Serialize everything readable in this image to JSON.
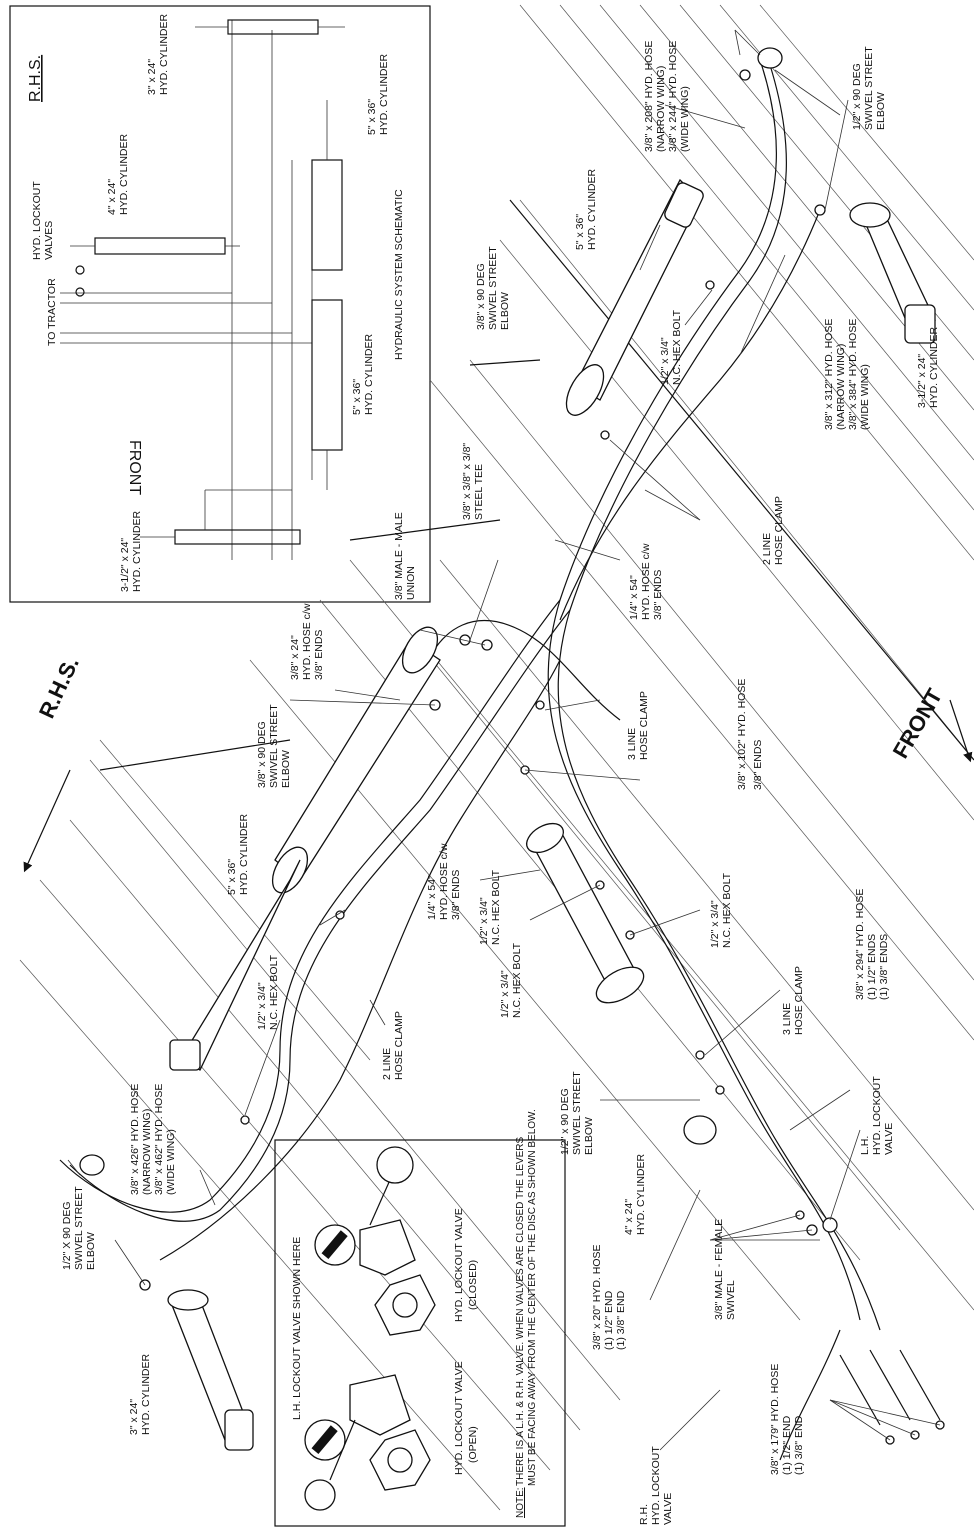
{
  "schematic": {
    "title": "HYDRAULIC SYSTEM SCHEMATIC",
    "rhs": "R.H.S.",
    "front": "FRONT",
    "to_tractor": "TO TRACTOR",
    "lockout": [
      "HYD. LOCKOUT",
      "VALVES"
    ],
    "cyl_3x24": [
      "3\" x 24\"",
      "HYD. CYLINDER"
    ],
    "cyl_4x24": [
      "4\" x 24\"",
      "HYD. CYLINDER"
    ],
    "cyl_5x36_a": [
      "5\" x 36\"",
      "HYD. CYLINDER"
    ],
    "cyl_5x36_b": [
      "5\" x 36\"",
      "HYD. CYLINDER"
    ],
    "cyl_35x24": [
      "3-1/2\" x 24\"",
      "HYD. CYLINDER"
    ]
  },
  "main": {
    "rhs": "R.H.S.",
    "front": "FRONT",
    "labels": {
      "hose_208": [
        "3/8\" x 208\" HYD. HOSE",
        "(NARROW WING)",
        "3/8\" x 244\" HYD. HOSE",
        "(WIDE WING)"
      ],
      "elbow_half_top": [
        "1/2\" x 90 DEG",
        "SWIVEL STREET",
        "ELBOW"
      ],
      "cyl_5x36_top": [
        "5\" x 36\"",
        "HYD. CYLINDER"
      ],
      "elbow_38_top": [
        "3/8\" x 90 DEG",
        "SWIVEL STREET",
        "ELBOW"
      ],
      "bolt_top": [
        "1/2\" x 3/4\"",
        "N.C. HEX BOLT"
      ],
      "hose_312": [
        "3/8\" x 312\" HYD. HOSE",
        "(NARROW WING)",
        "3/8\" x 384\" HYD. HOSE",
        "(WIDE WING)"
      ],
      "cyl_35x24": [
        "3-1/2\" x 24\"",
        "HYD. CYLINDER"
      ],
      "tee": [
        "3/8\" x 3/8\" x 3/8\"",
        "STEEL TEE"
      ],
      "clamp2_top": [
        "2 LINE",
        "HOSE CLAMP"
      ],
      "union": [
        "3/8\" MALE - MALE",
        "UNION"
      ],
      "hose_14x54_top": [
        "1/4\" x 54\"",
        "HYD. HOSE c/w",
        "3/8\" ENDS"
      ],
      "hose_38x24": [
        "3/8\" x 24\"",
        "HYD. HOSE c/w",
        "3/8\" ENDS"
      ],
      "elbow_38_mid": [
        "3/8\" x 90 DEG",
        "SWIVEL STREET",
        "ELBOW"
      ],
      "clamp3_top": [
        "3 LINE",
        "HOSE CLAMP"
      ],
      "hose_102": [
        "3/8\" x 102\" HYD. HOSE",
        "3/8\" ENDS"
      ],
      "cyl_5x36_left": [
        "5\" x 36\"",
        "HYD. CYLINDER"
      ],
      "hose_14x54_mid": [
        "1/4\" x 54\"",
        "HYD. HOSE c/w",
        "3/8\" ENDS"
      ],
      "bolt_mid_a": [
        "1/2\" x 3/4\"",
        "N.C. HEX BOLT"
      ],
      "bolt_mid_b": [
        "1/2\" x 3/4\"",
        "N.C. HEX BOLT"
      ],
      "bolt_mid_c": [
        "1/2\" x 3/4\"",
        "N.C. HEX BOLT"
      ],
      "clamp3_mid": [
        "3 LINE",
        "HOSE CLAMP"
      ],
      "hose_294": [
        "3/8\" x 294\" HYD. HOSE",
        "(1) 1/2\" ENDS",
        "(1) 3/8\" ENDS"
      ],
      "bolt_left": [
        "1/2\" x 3/4\"",
        "N.C. HEX BOLT"
      ],
      "clamp2_left": [
        "2 LINE",
        "HOSE CLAMP"
      ],
      "hose_426": [
        "3/8\" x 426\" HYD. HOSE",
        "(NARROW WING)",
        "3/8\" x 462\" HYD. HOSE",
        "(WIDE WING)"
      ],
      "elbow_half_left": [
        "1/2\" X 90 DEG",
        "SWIVEL STREET",
        "ELBOW"
      ],
      "cyl_3x24": [
        "3\" x 24\"",
        "HYD. CYLINDER"
      ],
      "elbow_half_bottom": [
        "1/2\" x 90 DEG",
        "SWIVEL STREET",
        "ELBOW"
      ],
      "cyl_4x24": [
        "4\" x 24\"",
        "HYD. CYLINDER"
      ],
      "lh_valve": [
        "L.H.",
        "HYD. LOCKOUT",
        "VALVE"
      ],
      "swivel": [
        "3/8\" MALE - FEMALE",
        "SWIVEL"
      ],
      "hose_20": [
        "3/8\" x 20\" HYD. HOSE",
        "(1) 1/2\" END",
        "(1) 3/8\" END"
      ],
      "hose_179": [
        "3/8\" x 179\" HYD. HOSE",
        "(1) 1/2\" END",
        "(1) 3/8\" END"
      ],
      "rh_valve": [
        "R.H.",
        "HYD. LOCKOUT",
        "VALVE"
      ]
    }
  },
  "inset": {
    "title": "L.H. LOCKOUT VALVE SHOWN HERE",
    "closed": [
      "HYD. LOCKOUT VALVE",
      "(CLOSED)"
    ],
    "open": [
      "HYD. LOCKOUT VALVE",
      "(OPEN)"
    ],
    "note_label": "NOTE:",
    "note": [
      "THERE IS A L.H. & R.H. VALVE.  WHEN VALVES ARE CLOSED THE LEVERS",
      "MUST BE FACING AWAY FROM THE CENTER OF THE DISC AS SHOWN BELOW."
    ]
  }
}
